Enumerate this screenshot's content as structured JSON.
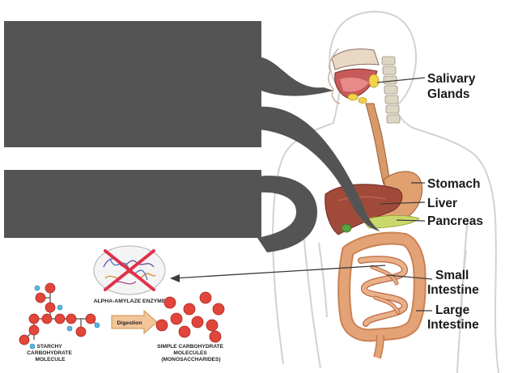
{
  "organs": [
    {
      "id": "salivary",
      "lines": [
        "Salivary",
        "Glands"
      ]
    },
    {
      "id": "stomach",
      "lines": [
        "Stomach"
      ]
    },
    {
      "id": "liver",
      "lines": [
        "Liver"
      ]
    },
    {
      "id": "pancreas",
      "lines": [
        "Pancreas"
      ]
    },
    {
      "id": "small-intestine",
      "lines": [
        "Small",
        "Intestine"
      ]
    },
    {
      "id": "large-intestine",
      "lines": [
        "Large",
        "Intestine"
      ]
    }
  ],
  "inset": {
    "enzyme_label": "ALPHA-AMYLAZE ENZYME",
    "arrow_label": "Digestion",
    "starch_caption": [
      "STARCHY",
      "CARBOHYDRATE",
      "MOLECULE"
    ],
    "simple_caption": [
      "SIMPLE CARBOHYDRATE",
      "MOLECULES",
      "(MONOSACCHARIDES)"
    ]
  },
  "colors": {
    "callout_box": "#545454",
    "body_outline": "#d2d2d2",
    "organ_line": "#3a3a3a",
    "esophagus": "#d99a6a",
    "stomach": "#e0a070",
    "liver": "#a24a3a",
    "pancreas": "#c9d86a",
    "gallbladder": "#5aa040",
    "intestine": "#e3a376",
    "salivary": "#f4d24a",
    "glucose": "#e2453a",
    "phosphate": "#58b8e6",
    "cross": "#e0304a"
  },
  "icons": [
    "enzyme-icon",
    "cross-icon",
    "arrow-right-icon"
  ]
}
